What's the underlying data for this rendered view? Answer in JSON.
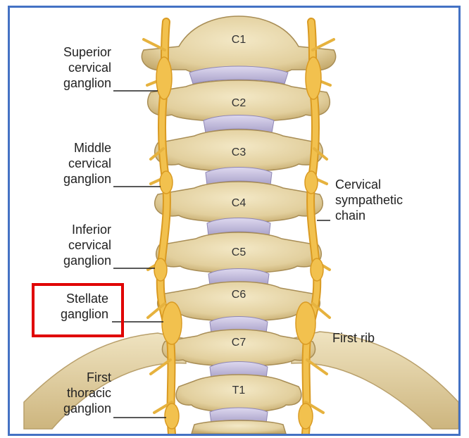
{
  "labels": {
    "superior_cervical_ganglion": [
      "Superior",
      "cervical",
      "ganglion"
    ],
    "middle_cervical_ganglion": [
      "Middle",
      "cervical",
      "ganglion"
    ],
    "inferior_cervical_ganglion": [
      "Inferior",
      "cervical",
      "ganglion"
    ],
    "stellate_ganglion": [
      "Stellate",
      "ganglion"
    ],
    "first_thoracic_ganglion": [
      "First",
      "thoracic",
      "ganglion"
    ],
    "cervical_sympathetic_chain": [
      "Cervical",
      "sympathetic",
      "chain"
    ],
    "first_rib": "First rib"
  },
  "vertebrae": [
    "C1",
    "C2",
    "C3",
    "C4",
    "C5",
    "C6",
    "C7",
    "T1"
  ],
  "colors": {
    "frame_border": "#4472c4",
    "highlight_box": "#e00000",
    "bone": "#e8d9b0",
    "bone_shadow": "#b89f6a",
    "disc": "#c9c3e0",
    "nerve": "#f2c14e",
    "nerve_edge": "#d99a22",
    "label_text": "#222222"
  }
}
